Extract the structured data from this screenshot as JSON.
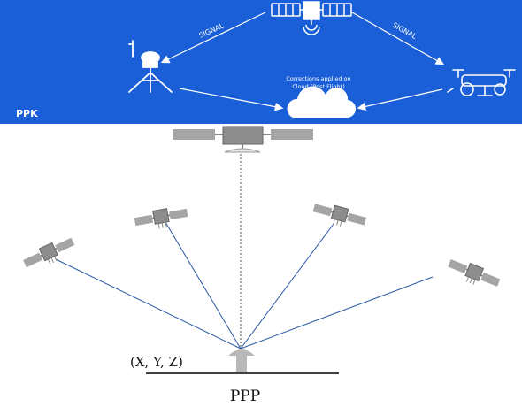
{
  "ppk": {
    "title": "PPK",
    "signal_left": "SIGNAL",
    "signal_right": "SIGNAL",
    "cloud_caption_line1": "Corrections applied on",
    "cloud_caption_line2": "Cloud (Post Flight)"
  },
  "ppp": {
    "title": "PPP",
    "coordinates_label": "(X, Y, Z)"
  },
  "colors": {
    "ppk_background": "#1a5fd8",
    "signal_line": "#2c5aa8",
    "satellite_gray": "#9a9a9a"
  },
  "icons": [
    "satellite-icon",
    "gnss-base-station-icon",
    "drone-icon",
    "cloud-icon",
    "receiver-antenna-icon"
  ]
}
